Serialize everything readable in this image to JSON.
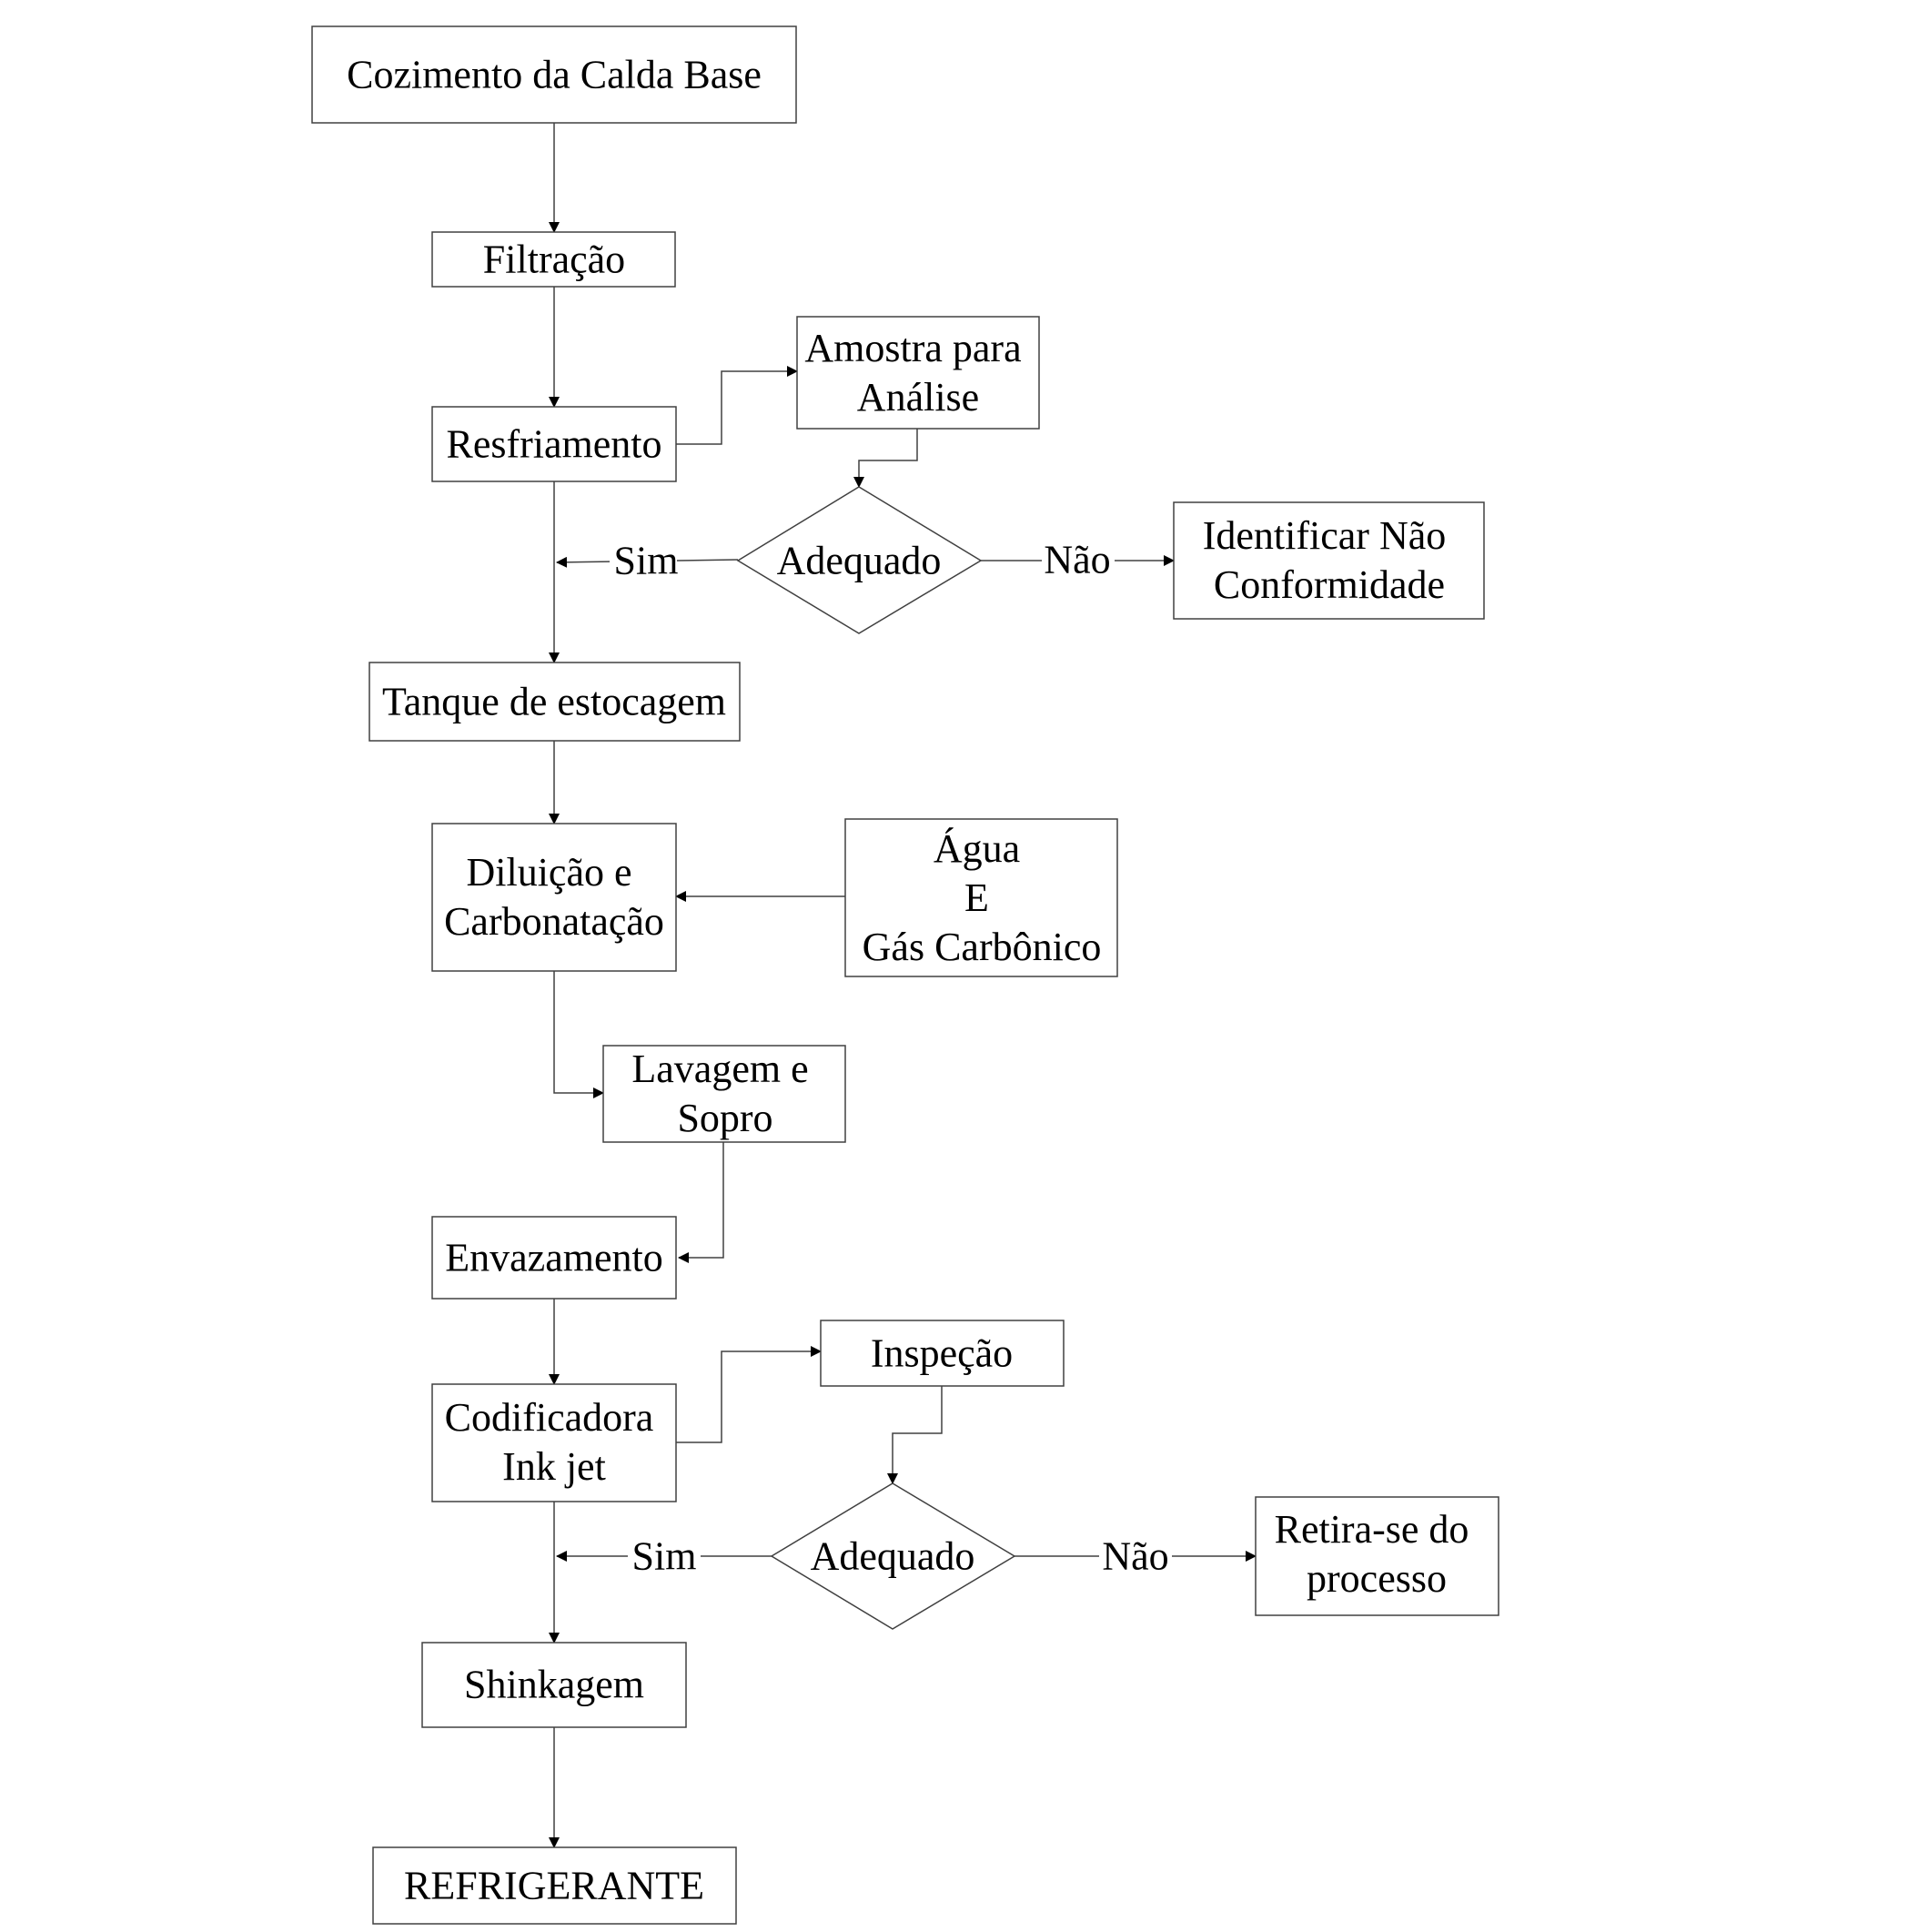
{
  "nodes": {
    "cozimento": "Cozimento da Calda Base",
    "filtracao": "Filtração",
    "resfriamento": "Resfriamento",
    "amostra": [
      "Amostra para",
      "Análise"
    ],
    "adequado_1": "Adequado",
    "identificar": [
      "Identificar Não",
      "Conformidade"
    ],
    "tanque": "Tanque de estocagem",
    "diluicao": [
      "Diluição e",
      "Carbonatação"
    ],
    "agua": [
      "Água",
      "E",
      "Gás Carbônico"
    ],
    "lavagem": [
      "Lavagem e",
      "Sopro"
    ],
    "envazamento": "Envazamento",
    "codificadora": [
      "Codificadora",
      "Ink jet"
    ],
    "inspecao": "Inspeção",
    "adequado_2": "Adequado",
    "retira": [
      "Retira-se do",
      "processo"
    ],
    "shinkagem": "Shinkagem",
    "refrigerante": "REFRIGERANTE"
  },
  "edge_labels": {
    "sim_1": "Sim",
    "nao_1": "Não",
    "sim_2": "Sim",
    "nao_2": "Não"
  }
}
